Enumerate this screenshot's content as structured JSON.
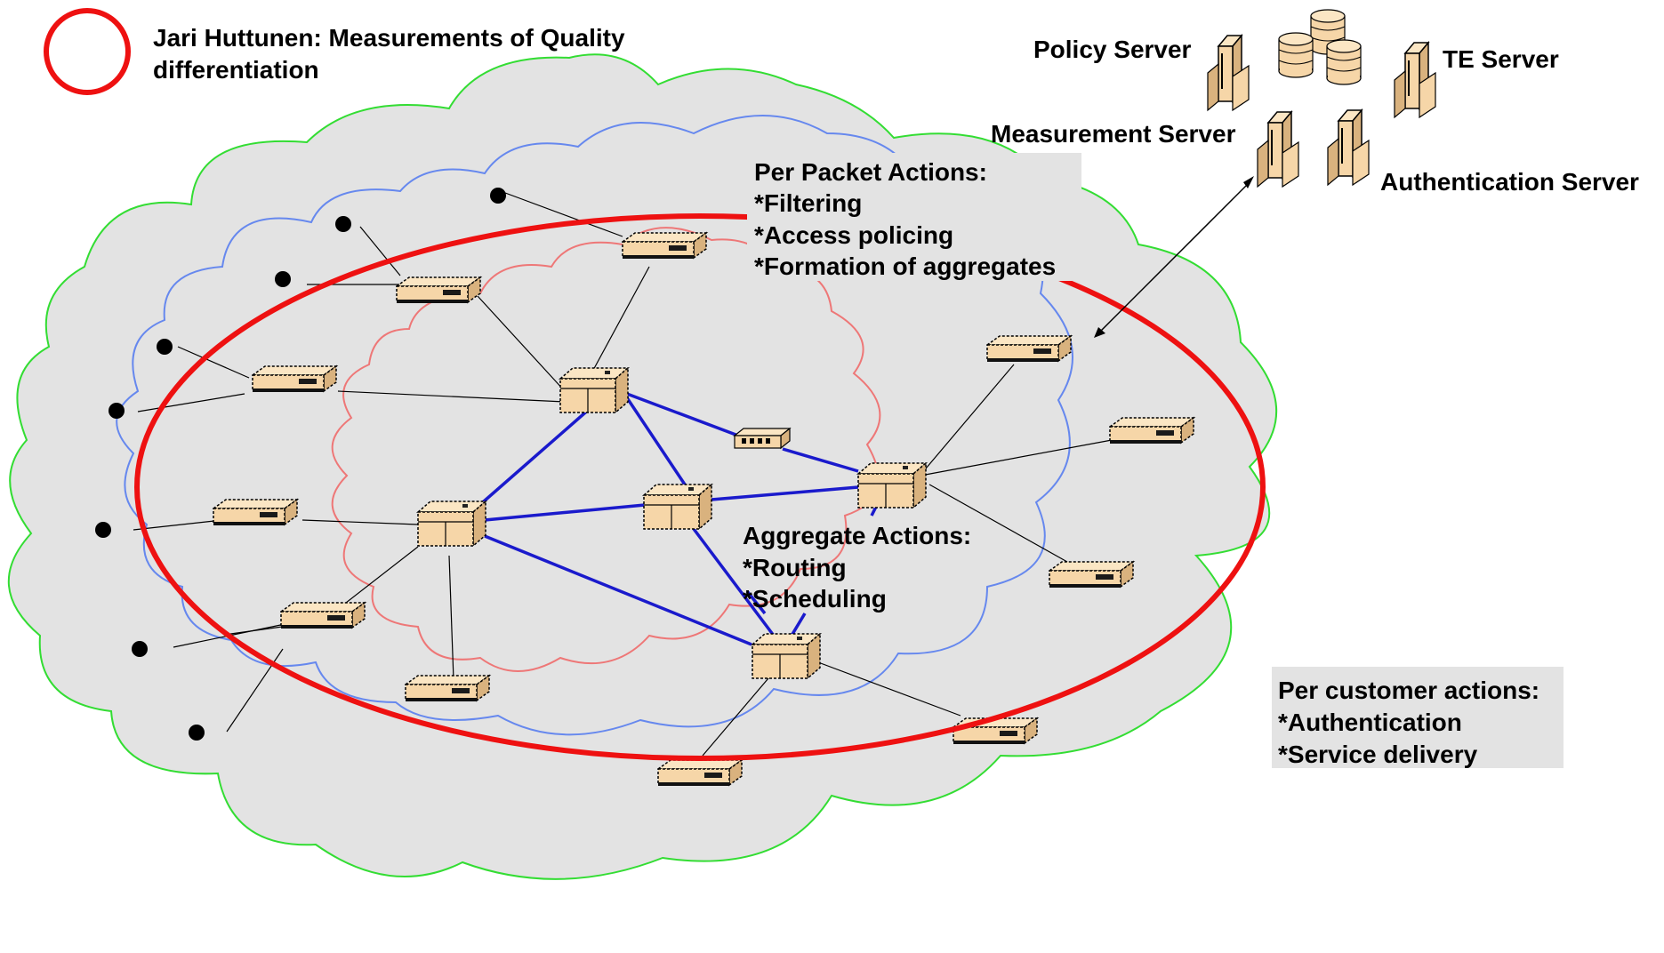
{
  "legend": {
    "line1": "Jari Huttunen: Measurements of Quality",
    "line2": "differentiation"
  },
  "servers": {
    "policy": "Policy Server",
    "te": "TE Server",
    "measurement": "Measurement Server",
    "authentication": "Authentication Server"
  },
  "per_packet": {
    "title": "Per Packet Actions:",
    "items": [
      "*Filtering",
      "*Access policing",
      "*Formation of aggregates"
    ]
  },
  "aggregate": {
    "title": "Aggregate Actions:",
    "items": [
      "*Routing",
      "*Scheduling"
    ]
  },
  "per_customer": {
    "title": "Per customer actions:",
    "items": [
      "*Authentication",
      "*Service delivery"
    ]
  },
  "colors": {
    "outer_cloud_stroke": "#33dd33",
    "cloud_fill": "#e3e3e3",
    "edge_cloud_stroke": "#6688ee",
    "core_cloud_stroke": "#ee7777",
    "highlight_ring": "#ee1111",
    "core_link": "#1a1acc",
    "device_fill": "#f6d6a8"
  }
}
